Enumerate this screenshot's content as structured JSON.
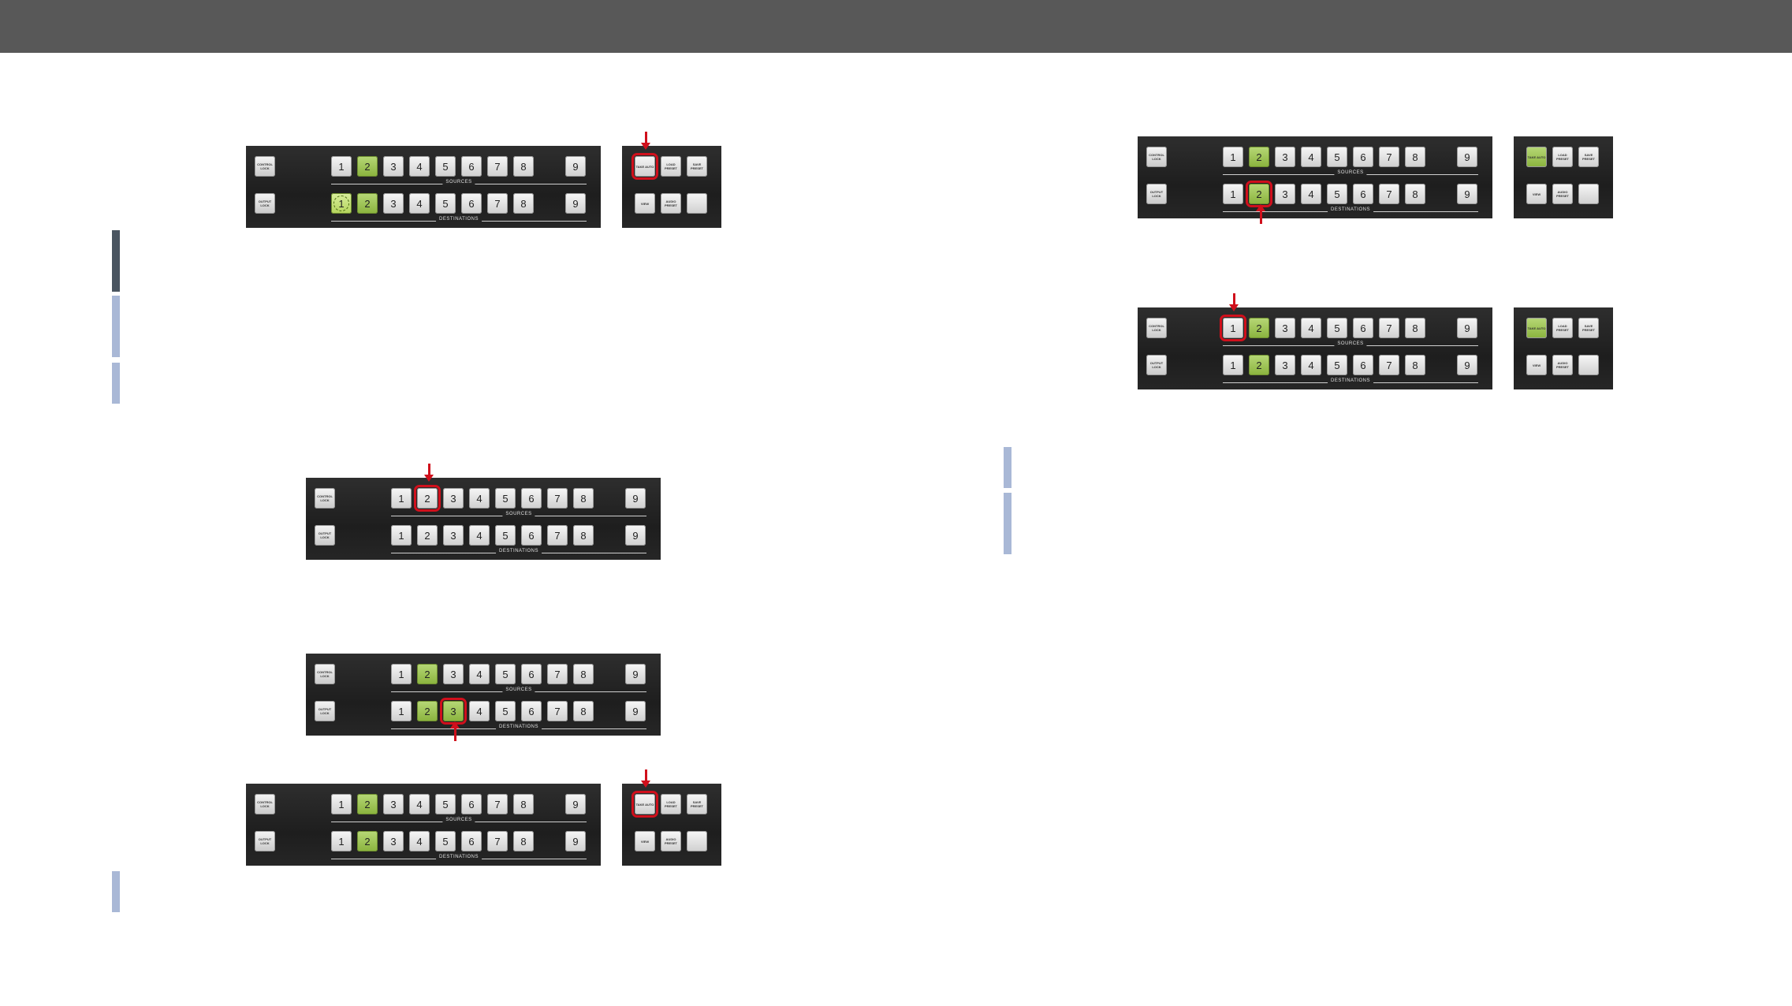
{
  "panel_labels": {
    "sources": "SOURCES",
    "destinations": "DESTINATIONS",
    "control_lock": "CONTROL LOCK",
    "output_lock": "OUTPUT LOCK"
  },
  "side_labels": {
    "take_auto": "TAKE AUTO",
    "load_preset": "LOAD PRESET",
    "save_preset": "SAVE PRESET",
    "view": "VIEW",
    "audio_preset": "AUDIO PRESET"
  },
  "button_numbers": [
    "1",
    "2",
    "3",
    "4",
    "5",
    "6",
    "7",
    "8",
    "9"
  ],
  "colors": {
    "active_green": "#9dc24f",
    "highlight_red": "#d0101c",
    "header": "#585858",
    "sidebar_dark": "#4a5560",
    "sidebar_light": "#a9b8d6"
  }
}
